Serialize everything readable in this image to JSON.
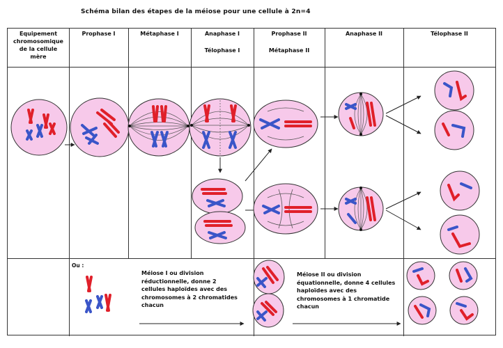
{
  "title": "Schéma bilan des étapes de la méiose pour une cellule à 2n=4",
  "headers": {
    "col1": [
      "Equipement",
      "chromosomique",
      "de la cellule",
      "mère"
    ],
    "col2": "Prophase I",
    "col3": "Métaphase I",
    "col4_a": "Anaphase I",
    "col4_b": "Télophase I",
    "col5_a": "Prophase II",
    "col5_b": "Métaphase II",
    "col6": "Anaphase II",
    "col7": "Télophase II"
  },
  "bottom": {
    "ou": "Ou :",
    "meiose1": [
      "Méiose I ou division",
      "réductionnelle, donne 2",
      "cellules haploïdes avec des",
      "chromosomes à 2 chromatides",
      "chacun"
    ],
    "meiose2": [
      "Méiose II ou division",
      "équationnelle, donne 4 cellules",
      "haploïdes avec des",
      "chromosomes à 1 chromatide",
      "chacun"
    ]
  },
  "colors": {
    "cell_fill": "#f7c9ea",
    "cell_stroke": "#333333",
    "chrom_red": "#e0202a",
    "chrom_blue": "#3a55c8",
    "spindle": "#444444"
  }
}
